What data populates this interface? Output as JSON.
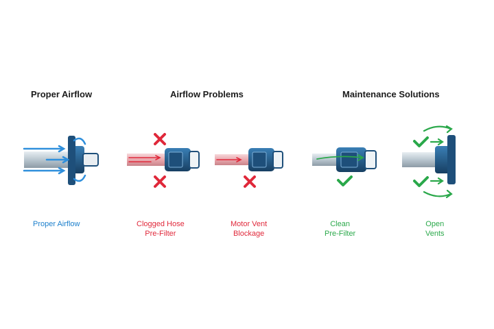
{
  "headings": {
    "proper": "Proper Airflow",
    "problems": "Airflow Problems",
    "solutions": "Maintenance Solutions"
  },
  "captions": {
    "proper": {
      "line1": "Proper Airflow",
      "color": "#1b7fcc"
    },
    "clogged": {
      "line1": "Clogged Hose",
      "line2": "Pre-Filter",
      "color": "#e0283a"
    },
    "motor": {
      "line1": "Motor Vent",
      "line2": "Blockage",
      "color": "#e0283a"
    },
    "clean": {
      "line1": "Clean",
      "line2": "Pre-Filter",
      "color": "#2aa84a"
    },
    "open": {
      "line1": "Open",
      "line2": "Vents",
      "color": "#2aa84a"
    }
  },
  "colors": {
    "body_dark": "#1e4f7a",
    "body_mid": "#2f6d9e",
    "tube": "#b9c6cf",
    "airflow_blue": "#2f8fdc",
    "problem_red": "#e0283a",
    "solution_green": "#2aa84a"
  },
  "icons": {
    "problem": "x-mark-icon",
    "solution": "check-mark-icon"
  }
}
